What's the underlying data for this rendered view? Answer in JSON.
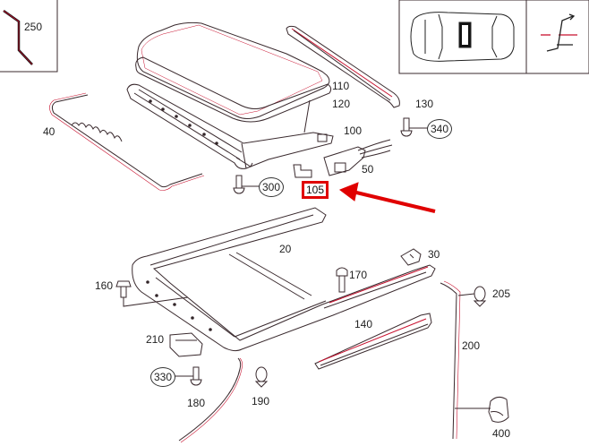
{
  "diagram": {
    "type": "exploded parts diagram",
    "subject": "sunroof assembly",
    "line_color": "#333333",
    "tint_color": "#c8102e",
    "highlight_color": "#e00000"
  },
  "insets": {
    "top_left": {
      "part_number": "250"
    },
    "top_right": {
      "vehicle_view": "top-view-car-with-sunroof",
      "symbol": "slope-transition-symbol"
    }
  },
  "callouts": {
    "p250": "250",
    "p110": "110",
    "p120": "120",
    "p100": "100",
    "p130": "130",
    "p340": "340",
    "p40": "40",
    "p50": "50",
    "p300": "300",
    "p105": "105",
    "p20": "20",
    "p30": "30",
    "p160": "160",
    "p170": "170",
    "p205": "205",
    "p140": "140",
    "p210": "210",
    "p200": "200",
    "p330": "330",
    "p180": "180",
    "p190": "190",
    "p400": "400"
  },
  "highlight": {
    "part": "105",
    "arrow": "red-pointer-arrow"
  }
}
